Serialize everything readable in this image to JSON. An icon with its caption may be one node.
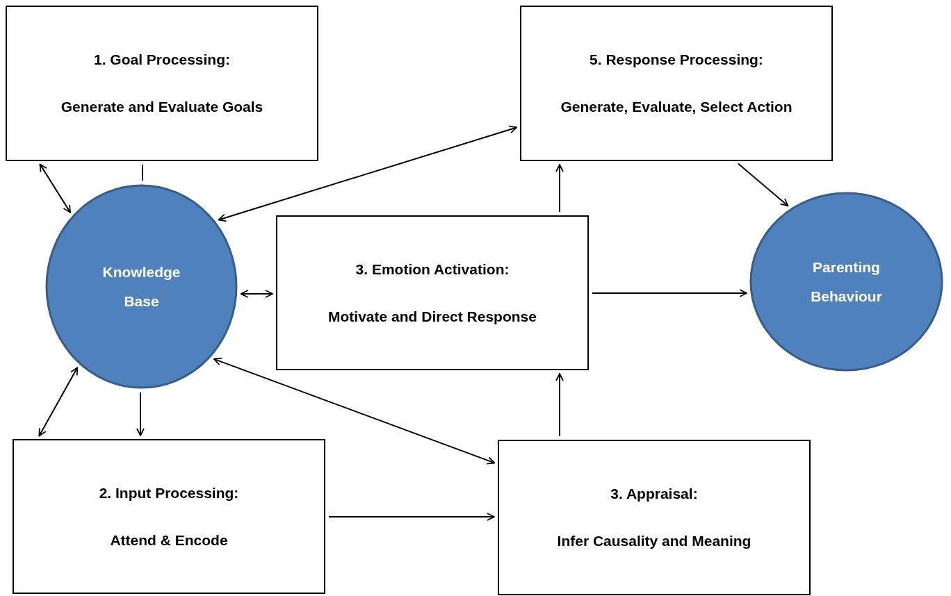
{
  "diagram": {
    "nodes": [
      {
        "text": [
          "1. Goal Processing:",
          "Generate and Evaluate Goals"
        ]
      },
      {
        "text": [
          "5. Response Processing:",
          "Generate, Evaluate, Select Action"
        ]
      },
      {
        "text": [
          "Knowledge Base"
        ]
      },
      {
        "text": [
          "3. Emotion Activation:",
          "Motivate and Direct Response"
        ]
      },
      {
        "text": [
          "Parenting Behaviour"
        ]
      },
      {
        "text": [
          "2. Input Processing:",
          "Attend & Encode"
        ]
      },
      {
        "text": [
          "3. Appraisal:",
          "Infer Causality and Meaning"
        ]
      }
    ],
    "edges": [
      {
        "from": 0,
        "to": 2,
        "arrow": "none"
      },
      {
        "from": 0,
        "to": 2,
        "arrow": "both"
      },
      {
        "from": 2,
        "to": 1,
        "arrow": "both"
      },
      {
        "from": 2,
        "to": 3,
        "arrow": "both"
      },
      {
        "from": 2,
        "to": 6,
        "arrow": "both"
      },
      {
        "from": 2,
        "to": 5,
        "arrow": "to"
      },
      {
        "from": 2,
        "to": 5,
        "arrow": "both"
      },
      {
        "from": 5,
        "to": 6,
        "arrow": "to"
      },
      {
        "from": 6,
        "to": 3,
        "arrow": "to"
      },
      {
        "from": 3,
        "to": 1,
        "arrow": "to"
      },
      {
        "from": 1,
        "to": 4,
        "arrow": "to"
      },
      {
        "from": 3,
        "to": 4,
        "arrow": "to"
      }
    ]
  }
}
